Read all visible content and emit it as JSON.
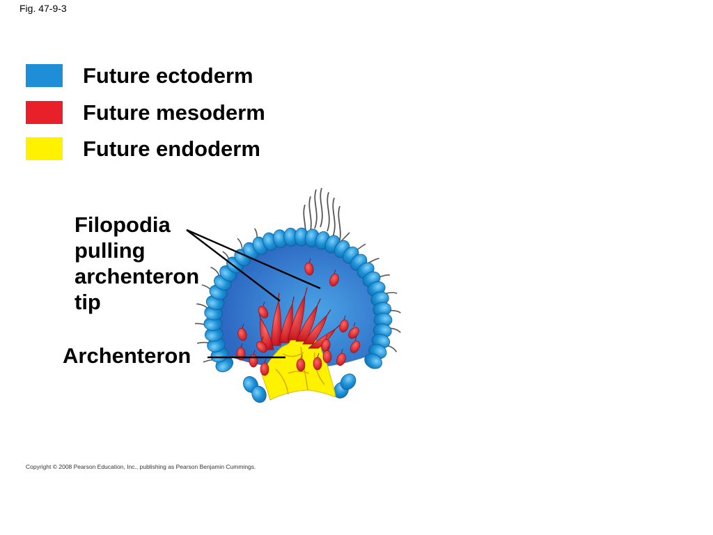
{
  "figure": {
    "label": "Fig. 47-9-3"
  },
  "legend": [
    {
      "label": "Future ectoderm",
      "color": "#1e8fd6"
    },
    {
      "label": "Future mesoderm",
      "color": "#e8202a"
    },
    {
      "label": "Future endoderm",
      "color": "#fff200"
    }
  ],
  "callouts": {
    "filopodia_lines": [
      "Filopodia",
      "pulling",
      "archenteron",
      "tip"
    ],
    "archenteron": "Archenteron"
  },
  "colors": {
    "ectoderm_cell": "#1a8bd1",
    "ectoderm_cell_highlight": "#62bff0",
    "blastocoel": "#2d68c2",
    "blastocoel_light": "#4aa3e6",
    "mesoderm": "#e2202b",
    "endoderm": "#fff200",
    "cilia": "#555555"
  },
  "copyright": "Copyright © 2008 Pearson Education, Inc., publishing as Pearson Benjamin Cummings."
}
